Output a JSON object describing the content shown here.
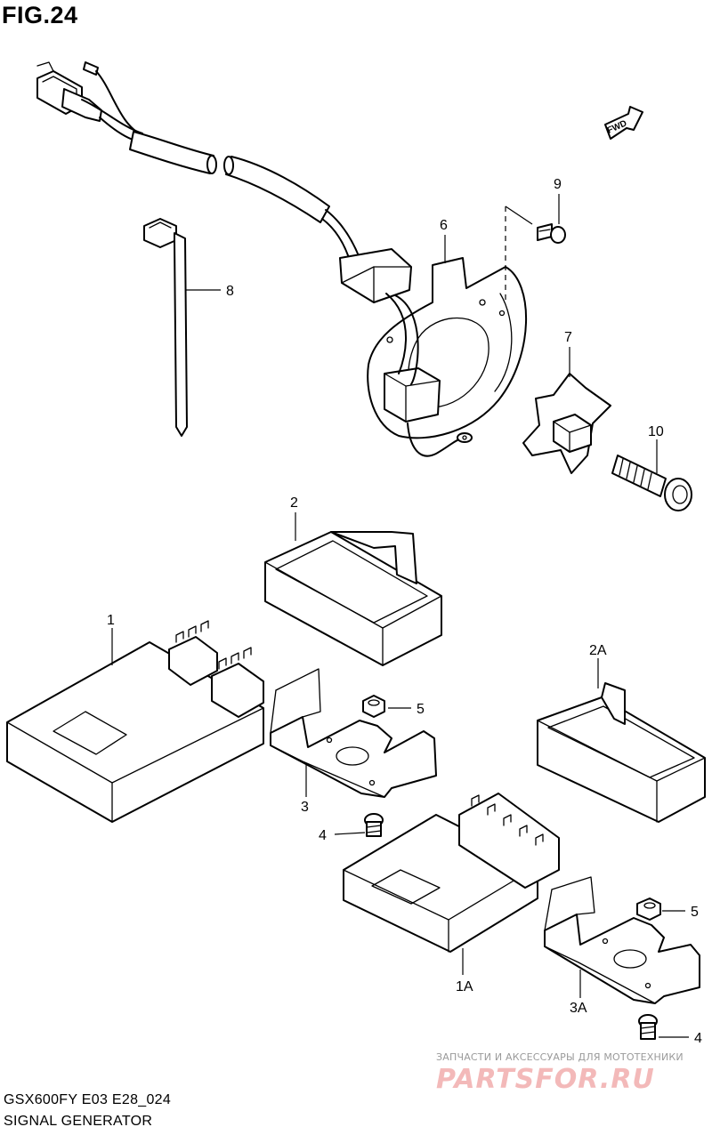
{
  "figure": {
    "title": "FIG.24"
  },
  "diagram": {
    "direction_label": "FWD",
    "callouts": {
      "p1": "1",
      "p1a": "1A",
      "p2": "2",
      "p2a": "2A",
      "p3": "3",
      "p3a": "3A",
      "p4_upper": "4",
      "p4_lower": "4",
      "p5_upper": "5",
      "p5_lower": "5",
      "p6": "6",
      "p7": "7",
      "p8": "8",
      "p9": "9",
      "p10": "10"
    }
  },
  "footer": {
    "model_code": "GSX600FY E03 E28_024",
    "section_name": "SIGNAL GENERATOR"
  },
  "watermark": {
    "tagline": "ЗАПЧАСТИ И АКСЕССУАРЫ ДЛЯ МОТОТЕХНИКИ",
    "logo": "PARTSFOR.RU"
  }
}
